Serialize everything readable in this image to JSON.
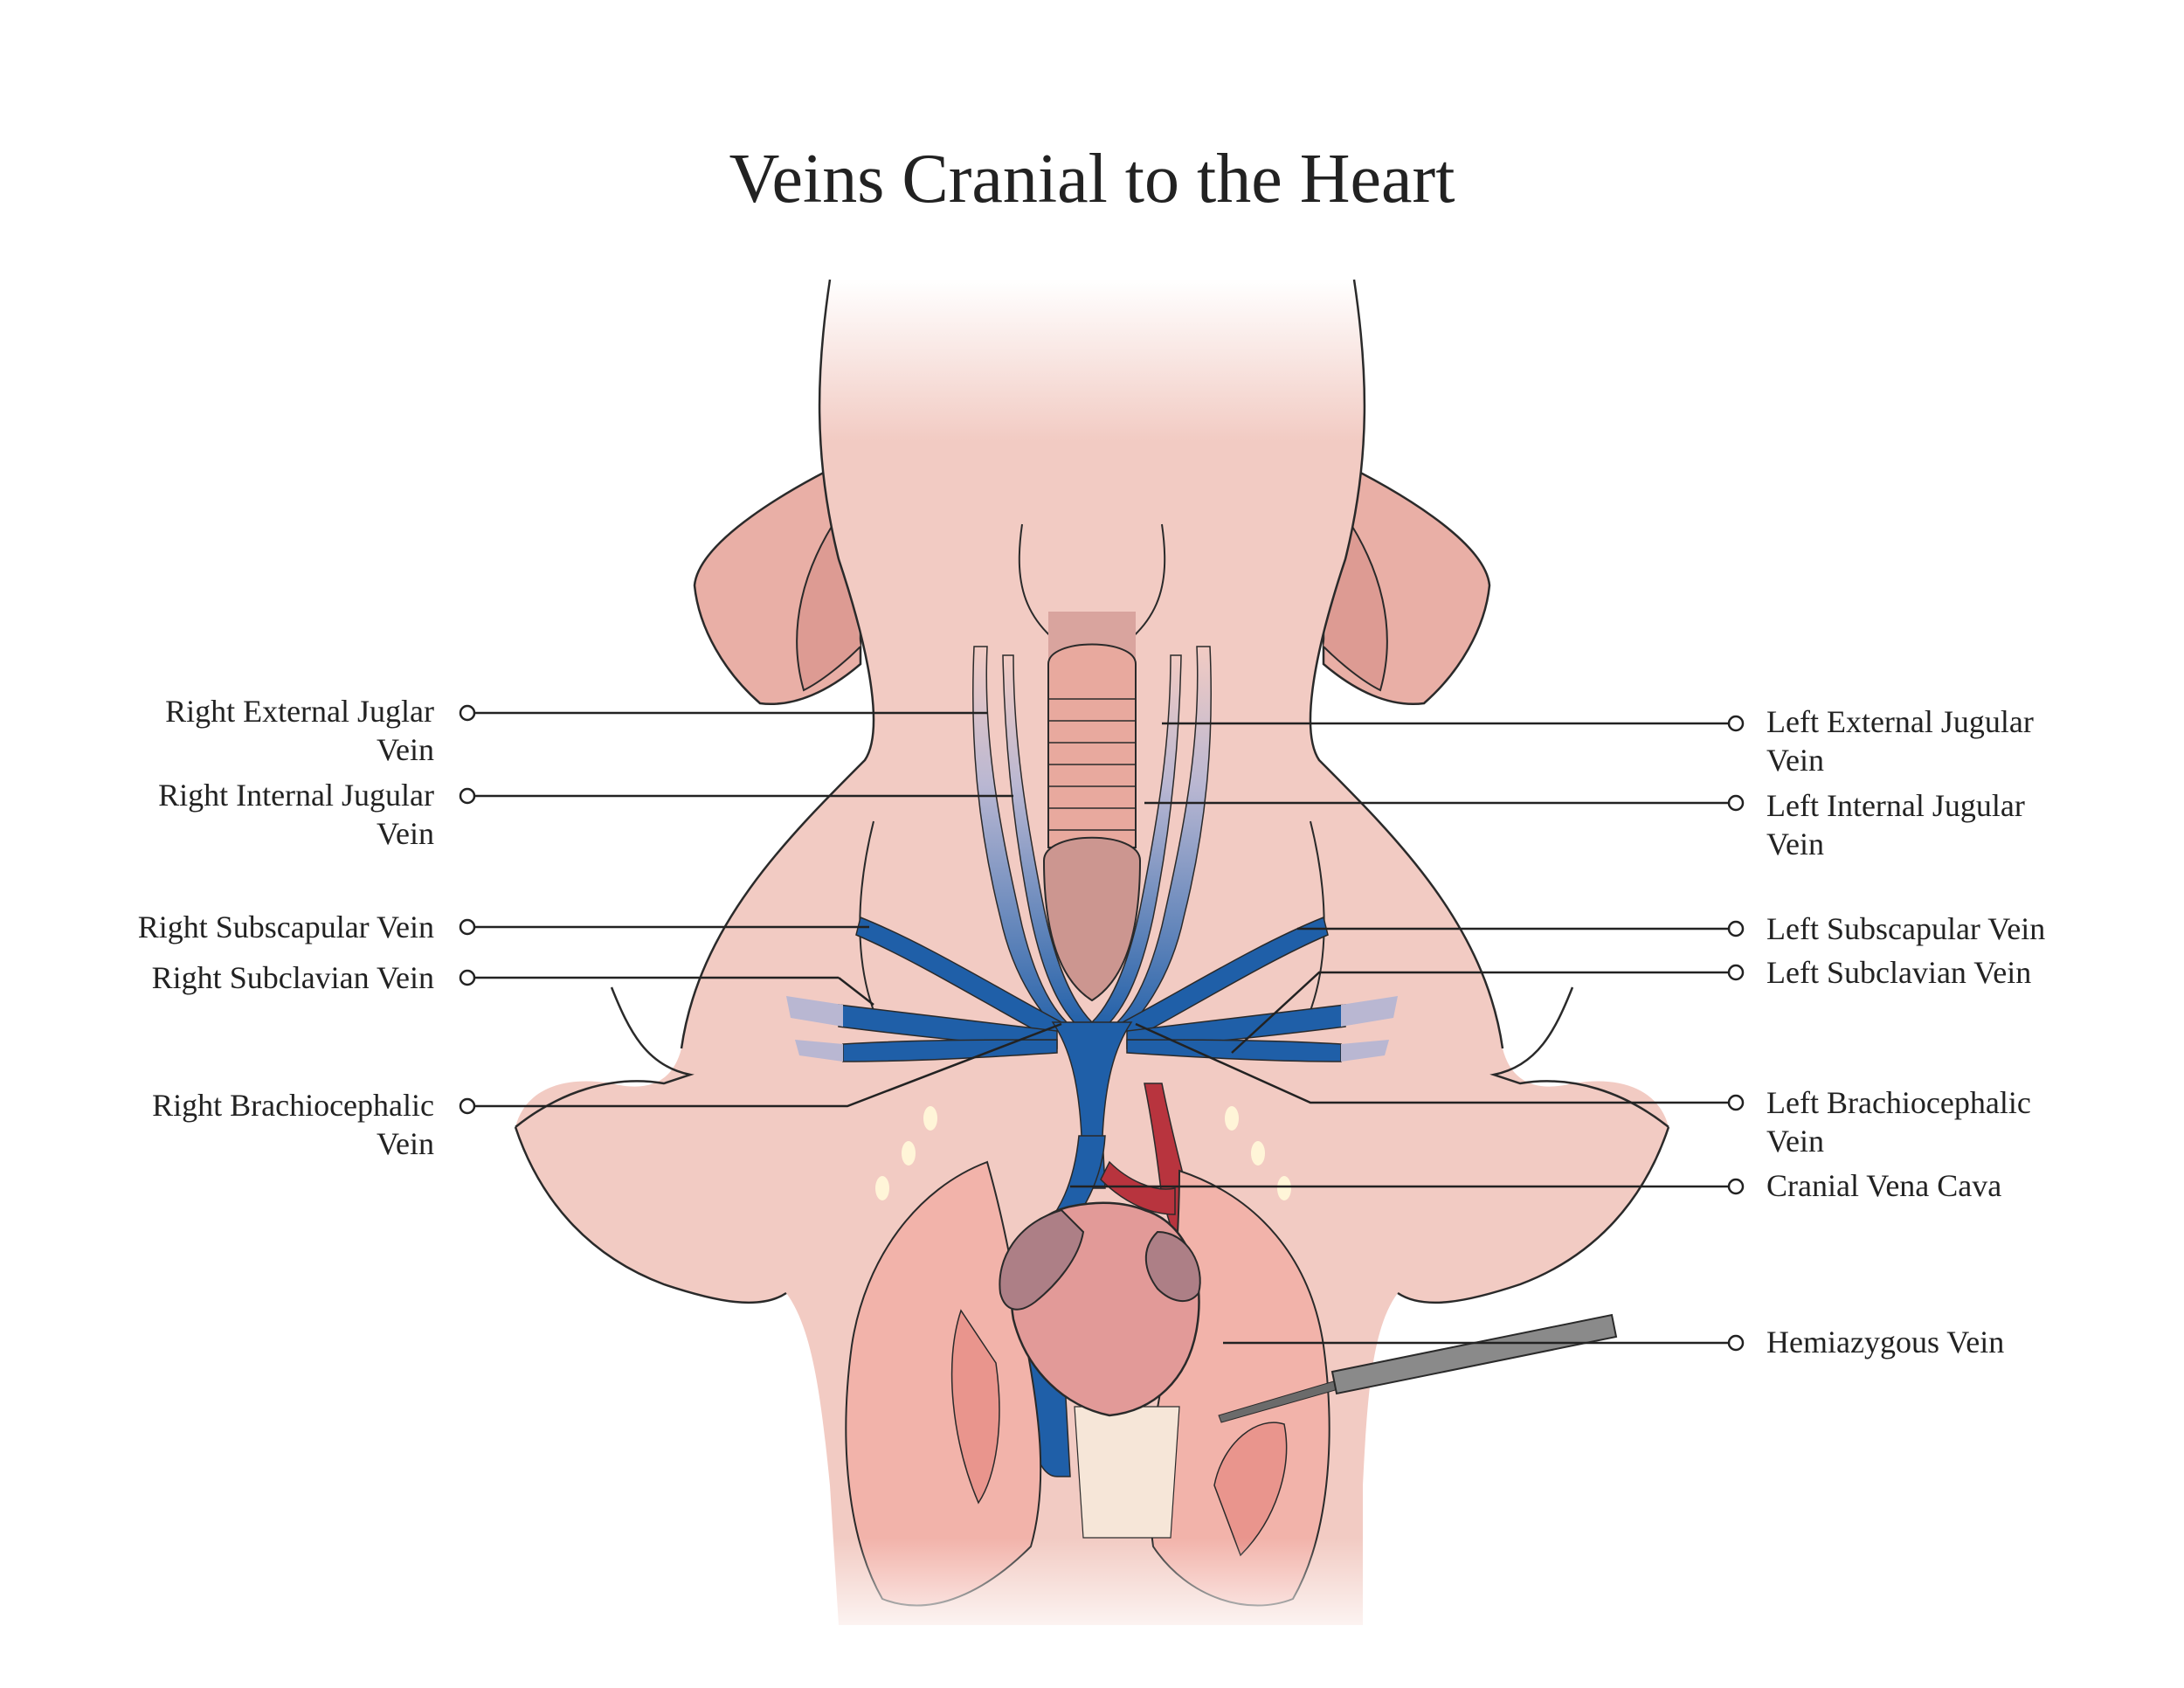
{
  "title": "Veins Cranial to the Heart",
  "colors": {
    "skin": "#f2cbc3",
    "skin_shadow": "#eab6ad",
    "ear": "#e9afa6",
    "vein": "#1f5fa8",
    "vein_light": "#b9b7d2",
    "artery": "#b8343e",
    "heart": "#e29a98",
    "heart_dark": "#ad7f86",
    "lung": "#f2b3aa",
    "outline": "#2a2a2a",
    "leader": "#222222"
  },
  "labels_left": [
    {
      "id": "right-external-jugular-vein",
      "line1": "Right External Juglar",
      "line2": "Vein"
    },
    {
      "id": "right-internal-jugular-vein",
      "line1": "Right Internal Jugular",
      "line2": "Vein"
    },
    {
      "id": "right-subscapular-vein",
      "line1": "Right Subscapular Vein",
      "line2": ""
    },
    {
      "id": "right-subclavian-vein",
      "line1": "Right Subclavian Vein",
      "line2": ""
    },
    {
      "id": "right-brachiocephalic-vein",
      "line1": "Right Brachiocephalic",
      "line2": "Vein"
    }
  ],
  "labels_right": [
    {
      "id": "left-external-jugular-vein",
      "line1": "Left External Jugular",
      "line2": "Vein"
    },
    {
      "id": "left-internal-jugular-vein",
      "line1": "Left Internal Jugular",
      "line2": "Vein"
    },
    {
      "id": "left-subscapular-vein",
      "line1": "Left Subscapular Vein",
      "line2": ""
    },
    {
      "id": "left-subclavian-vein",
      "line1": "Left Subclavian Vein",
      "line2": ""
    },
    {
      "id": "left-brachiocephalic-vein",
      "line1": "Left Brachiocephalic",
      "line2": "Vein"
    },
    {
      "id": "cranial-vena-cava",
      "line1": "Cranial Vena Cava",
      "line2": ""
    },
    {
      "id": "hemiazygous-vein",
      "line1": "Hemiazygous Vein",
      "line2": ""
    }
  ]
}
